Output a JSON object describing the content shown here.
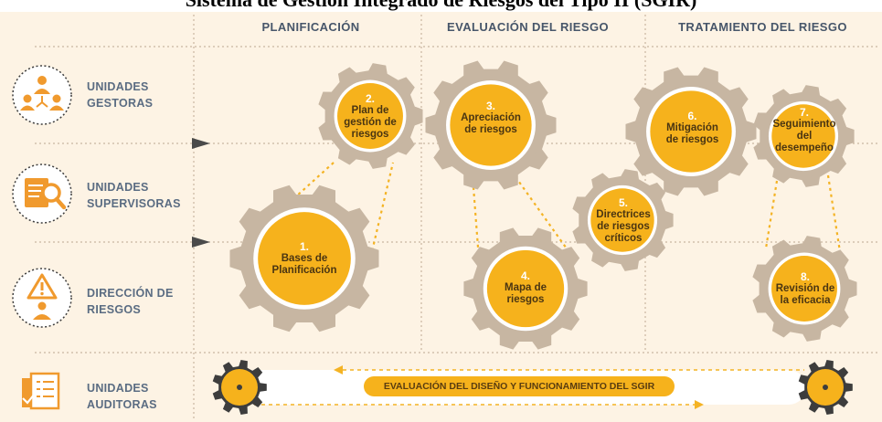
{
  "title": "Sistema de Gestión Integrado de Riesgos del Tipo II (SGIR)",
  "columns": [
    "PLANIFICACIÓN",
    "EVALUACIÓN DEL RIESGO",
    "TRATAMIENTO DEL RIESGO"
  ],
  "roles": [
    {
      "line1": "UNIDADES",
      "line2": "GESTORAS",
      "icon": "people-network-icon"
    },
    {
      "line1": "UNIDADES",
      "line2": "SUPERVISORAS",
      "icon": "document-magnifier-icon"
    },
    {
      "line1": "DIRECCIÓN DE",
      "line2": "RIESGOS",
      "icon": "warning-person-icon"
    },
    {
      "line1": "UNIDADES",
      "line2": "AUDITORAS",
      "icon": "audit-document-icon"
    }
  ],
  "steps": [
    {
      "number": "1.",
      "line1": "Bases de",
      "line2": "Planificación"
    },
    {
      "number": "2.",
      "line1": "Plan de",
      "line2": "gestión de",
      "line3": "riesgos"
    },
    {
      "number": "3.",
      "line1": "Apreciación",
      "line2": "de riesgos"
    },
    {
      "number": "4.",
      "line1": "Mapa de",
      "line2": "riesgos"
    },
    {
      "number": "5.",
      "line1": "Directrices",
      "line2": "de riesgos",
      "line3": "críticos"
    },
    {
      "number": "6.",
      "line1": "Mitigación",
      "line2": "de riesgos"
    },
    {
      "number": "7.",
      "line1": "Seguimiento",
      "line2": "del",
      "line3": "desempeño"
    },
    {
      "number": "8.",
      "line1": "Revisión de",
      "line2": "la eficacia"
    }
  ],
  "bottom_bar": "EVALUACIÓN DEL DISEÑO Y FUNCIONAMIENTO DEL SGIR",
  "colors": {
    "background": "#fdf3e4",
    "gear": "#c7b6a2",
    "core": "#f6b21c",
    "icon_orange": "#f09a2e",
    "text_blue": "#4a5d75"
  }
}
